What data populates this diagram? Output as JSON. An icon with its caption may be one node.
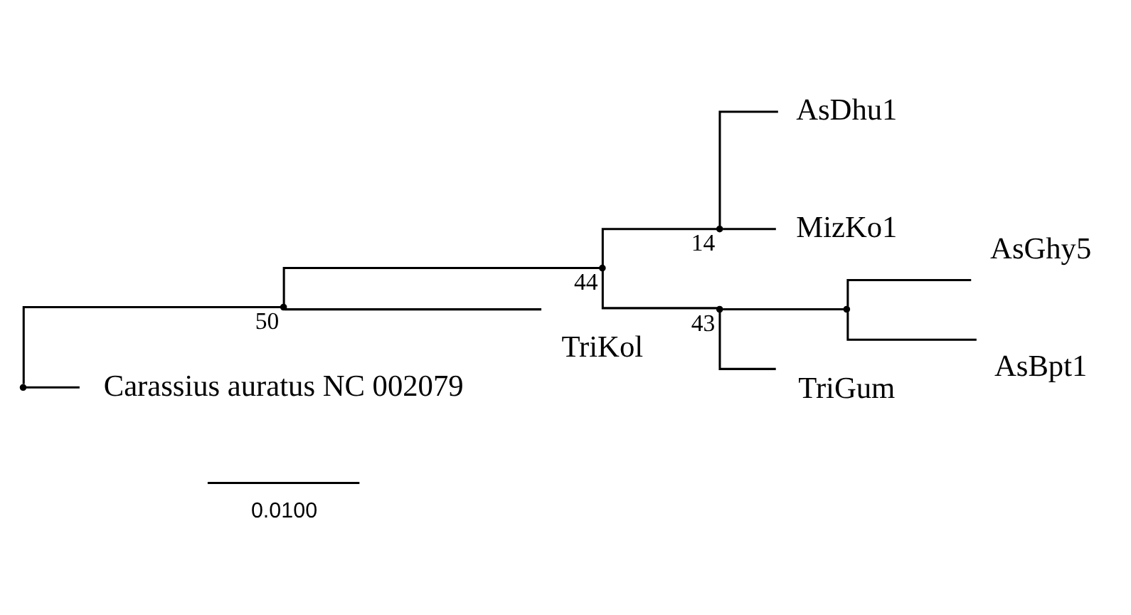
{
  "diagram": {
    "nodes": [
      {
        "text": [],
        "shape": "point"
      },
      {
        "text": [],
        "shape": "point",
        "beside": [
          "50"
        ]
      },
      {
        "text": [],
        "shape": "point",
        "beside": [
          "44"
        ]
      },
      {
        "text": [],
        "shape": "point",
        "beside": [
          "14"
        ]
      },
      {
        "text": [],
        "shape": "point",
        "beside": [
          "43"
        ]
      },
      {
        "text": [],
        "shape": "point"
      },
      {
        "text": [
          "AsGhy5"
        ]
      },
      {
        "text": [
          "AsBpt1"
        ]
      },
      {
        "text": [
          "TriGum"
        ]
      },
      {
        "text": [
          "AsDhu1"
        ]
      },
      {
        "text": [
          "MizKo1"
        ]
      },
      {
        "text": [
          "TriKol"
        ]
      },
      {
        "text": [
          "Carassius auratus NC 002079"
        ]
      }
    ],
    "edges": [
      {
        "from": 0,
        "to": 1,
        "arrow": "none"
      },
      {
        "from": 0,
        "to": 12,
        "arrow": "none"
      },
      {
        "from": 1,
        "to": 2,
        "arrow": "none"
      },
      {
        "from": 1,
        "to": 11,
        "arrow": "none"
      },
      {
        "from": 2,
        "to": 4,
        "arrow": "none"
      },
      {
        "from": 2,
        "to": 3,
        "arrow": "none"
      },
      {
        "from": 4,
        "to": 5,
        "arrow": "none"
      },
      {
        "from": 4,
        "to": 8,
        "arrow": "none"
      },
      {
        "from": 5,
        "to": 6,
        "arrow": "none"
      },
      {
        "from": 5,
        "to": 7,
        "arrow": "none"
      },
      {
        "from": 3,
        "to": 9,
        "arrow": "none"
      },
      {
        "from": 3,
        "to": 10,
        "arrow": "none"
      }
    ],
    "labels": [
      "0.0100"
    ]
  }
}
